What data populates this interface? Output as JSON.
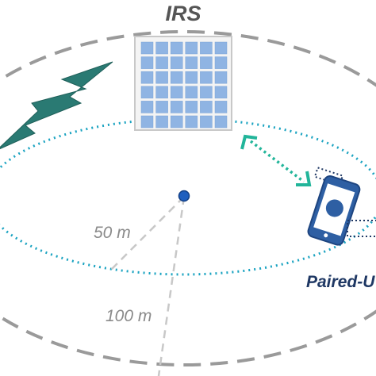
{
  "irs_label": "IRS",
  "inner_radius_label": "50 m",
  "outer_radius_label": "100 m",
  "user_label": "Paired-U",
  "colors": {
    "outer_ring": "#9a9a9a",
    "inner_ring": "#1aa3c1",
    "link_arrow": "#22b59a",
    "lightning": "#2a7a73",
    "irs_panel": "#8fb4e3",
    "irs_frame": "#c8c8c8",
    "base_station": "#1f5fbf",
    "phone": "#2e5fa3",
    "user_text": "#1f3864"
  },
  "icons": [
    "lightning-bolt-icon",
    "irs-panel-icon",
    "phone-icon",
    "double-arrow-icon"
  ]
}
